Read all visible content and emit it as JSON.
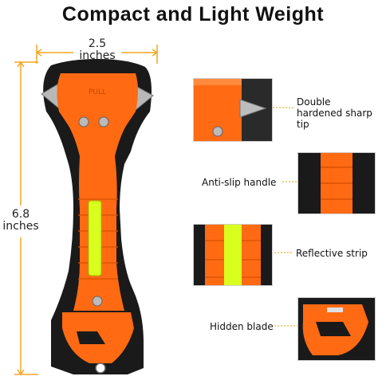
{
  "title": "Compact and Light Weight",
  "dimensions": {
    "width_value": "2.5",
    "width_unit": "inches",
    "height_value": "6.8",
    "height_unit": "inches"
  },
  "hammer": {
    "head_text": "PULL",
    "colors": {
      "body": "#ff6a13",
      "grip": "#1a1a1a",
      "reflective": "#d8ff1e",
      "dimension_line": "#f5a623"
    }
  },
  "features": [
    {
      "label": "Double hardened sharp tip",
      "line1": "Double",
      "line2": "hardened sharp tip"
    },
    {
      "label": "Anti-slip handle"
    },
    {
      "label": "Reflective strip"
    },
    {
      "label": "Hidden blade"
    }
  ]
}
